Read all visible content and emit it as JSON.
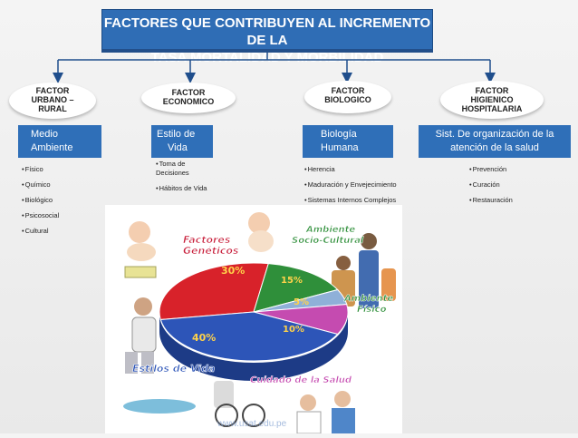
{
  "title": {
    "line1": "FACTORES QUE CONTRIBUYEN AL INCREMENTO DE LA",
    "line2": "TASA MORTALIDAD Y MORBILIDAD"
  },
  "factors": [
    {
      "name_lines": [
        "FACTOR",
        "URBANO –",
        "RURAL"
      ],
      "box": [
        "Medio",
        "Ambiente"
      ],
      "items": [
        "Físico",
        "Químico",
        "Biológico",
        "Psicosocial",
        "Cultural"
      ]
    },
    {
      "name_lines": [
        "FACTOR",
        "ECONOMICO"
      ],
      "box": [
        "Estilo de",
        "Vida"
      ],
      "items": [
        "Toma de Decisiones",
        "Hábitos de Vida"
      ]
    },
    {
      "name_lines": [
        "FACTOR",
        "BIOLOGICO"
      ],
      "box": [
        "Biología",
        "Humana"
      ],
      "items": [
        "Herencia",
        "Maduración y Envejecimiento",
        "Sistemas Internos Complejos"
      ]
    },
    {
      "name_lines": [
        "FACTOR",
        "HIGIENICO",
        "HOSPITALARIA"
      ],
      "box": [
        "Sist. De organización de la",
        "atención de la salud"
      ],
      "items": [
        "Prevención",
        "Curación",
        "Restauración"
      ]
    }
  ],
  "colors": {
    "title_bg": "#2f6db5",
    "box_bg": "#2f6fb8",
    "connector": "#1f4e8c"
  },
  "chart_data": {
    "type": "pie",
    "categories": [
      "Factores Genéticos",
      "Ambiente Socio-Cultural",
      "Ambiente Físico",
      "Cuidado de la Salud",
      "Estilos de Vida"
    ],
    "values": [
      30,
      15,
      5,
      10,
      40
    ],
    "value_labels": [
      "30%",
      "15%",
      "5%",
      "10%",
      "40%"
    ],
    "colors": [
      "#d8222a",
      "#2f8f3a",
      "#8fb0d8",
      "#c54bb0",
      "#2d55b8"
    ]
  },
  "footer_url": "www.usat.edu.pe"
}
